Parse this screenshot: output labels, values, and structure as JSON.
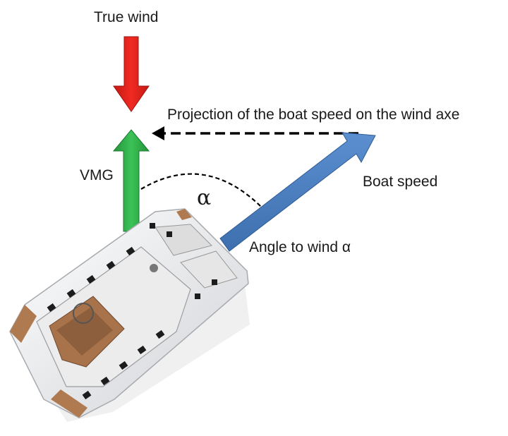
{
  "labels": {
    "true_wind": "True wind",
    "projection": "Projection of the boat speed on the wind axe",
    "vmg": "VMG",
    "alpha": "α",
    "boat_speed": "Boat speed",
    "angle_to_wind": "Angle to wind α"
  },
  "colors": {
    "true_wind_arrow": "#e8231d",
    "vmg_arrow": "#2fb04a",
    "boat_speed_arrow": "#4a7fc1",
    "projection_line": "#000000",
    "hull": "#f2f2f2",
    "deck_wood": "#a8724a"
  },
  "icons": {
    "boat": "catamaran-top-view"
  }
}
